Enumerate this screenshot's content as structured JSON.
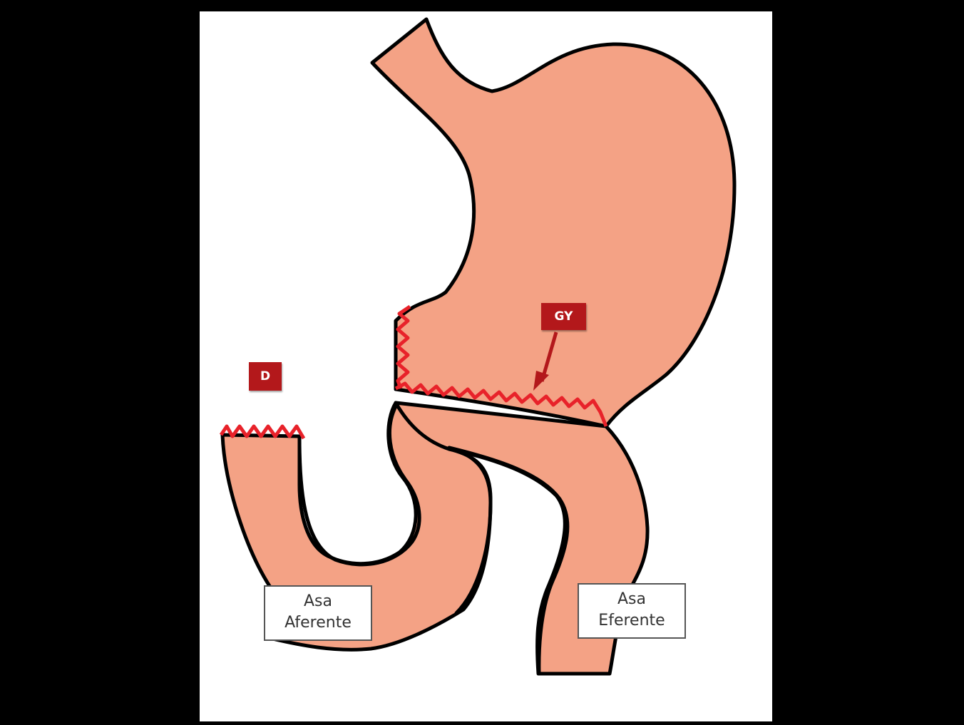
{
  "colors": {
    "background": "#000000",
    "panel": "#ffffff",
    "organ_fill": "#f4a285",
    "outline": "#000000",
    "suture": "#e8222a",
    "tag_fill": "#b3181b"
  },
  "tags": {
    "gy": "GY",
    "d": "D"
  },
  "labels": {
    "aferente": {
      "line1": "Asa",
      "line2": "Aferente"
    },
    "eferente": {
      "line1": "Asa",
      "line2": "Eferente"
    }
  },
  "icons": {
    "arrow": "arrow-down-left-icon"
  }
}
